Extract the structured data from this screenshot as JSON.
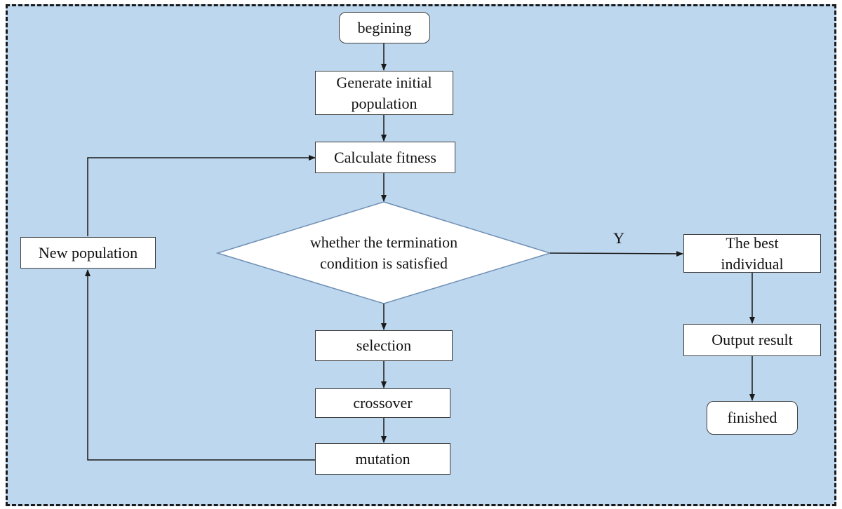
{
  "nodes": {
    "start": "begining",
    "generate": "Generate initial population",
    "fitness": "Calculate fitness",
    "decision": "whether the termination condition is satisfied",
    "selection": "selection",
    "crossover": "crossover",
    "mutation": "mutation",
    "new_population": "New population",
    "best": "The best individual",
    "output": "Output result",
    "finished": "finished"
  },
  "edges": {
    "yes_label": "Y"
  },
  "colors": {
    "background": "#bdd7ee",
    "box_fill": "#ffffff",
    "box_border": "#3f3f3f",
    "arrow": "#1a1a1a"
  }
}
